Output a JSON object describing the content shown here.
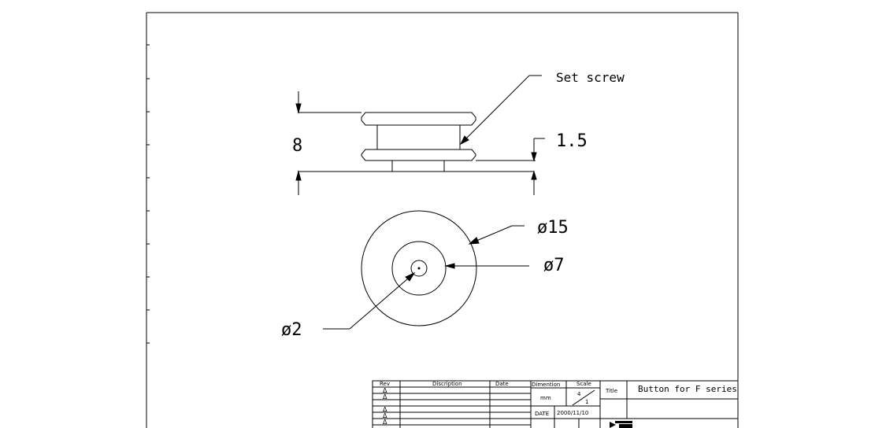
{
  "drawing": {
    "annotations": {
      "set_screw": "Set screw",
      "dim_8": "8",
      "dim_1_5": "1.5",
      "dia_15": "ø15",
      "dia_7": "ø7",
      "dia_2": "ø2"
    }
  },
  "title_block": {
    "headers": {
      "rev": "Rev",
      "description": "Discription",
      "date": "Date",
      "dimention": "Dimention",
      "scale": "Scale",
      "title_label": "Title"
    },
    "rev_marks": [
      "Δ",
      "Δ",
      "Δ",
      "Δ",
      "Δ"
    ],
    "units": "mm",
    "scale_numerator": "4",
    "scale_denominator": "1",
    "date_label": "DATE",
    "date_value": "2000/11/10",
    "title": "Button for F series"
  }
}
